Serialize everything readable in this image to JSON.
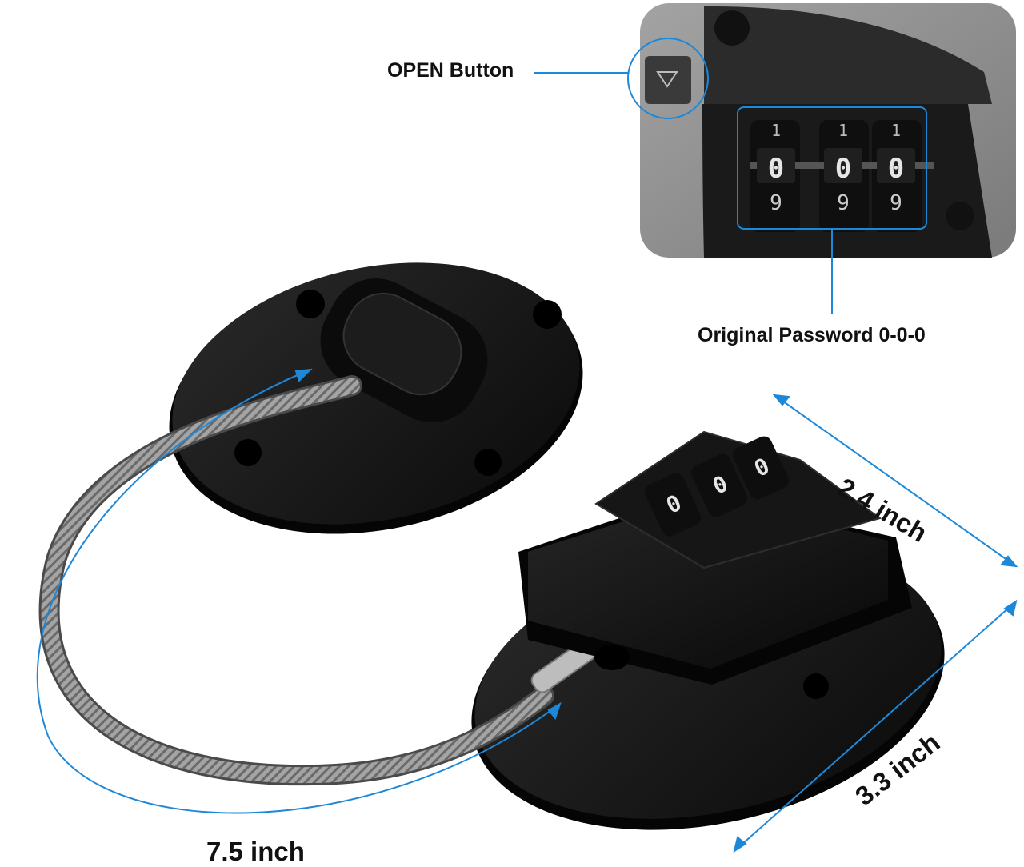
{
  "callouts": {
    "open_button": "OPEN Button",
    "original_password": "Original Password 0-0-0"
  },
  "dimensions": {
    "width": "2.4 inch",
    "depth": "3.3 inch",
    "cable_length": "7.5 inch"
  },
  "dials": {
    "digits": [
      "0",
      "0",
      "0"
    ]
  },
  "colors": {
    "accent": "#1e88d8",
    "lock_body": "#141414",
    "plate": "#161616",
    "cable": "#9a9a9a",
    "inset_bg": "#8c8c8c"
  }
}
